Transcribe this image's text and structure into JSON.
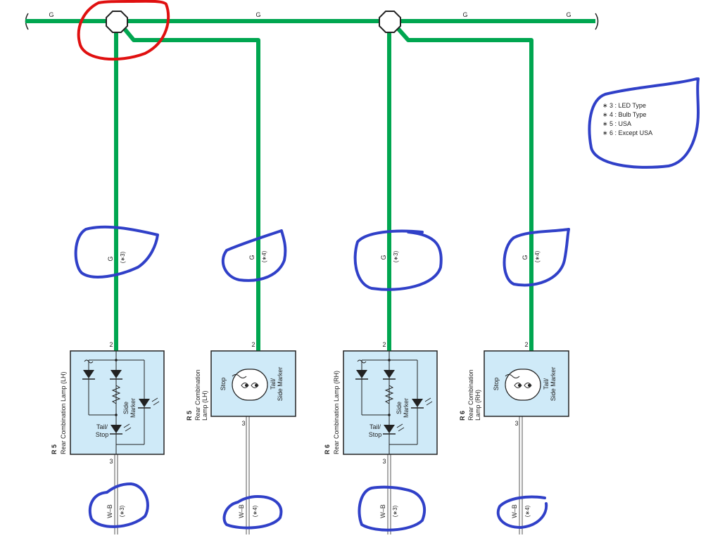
{
  "colors": {
    "wire_green": "#00a650",
    "box_fill": "#cfeaf8",
    "ink": "#222222",
    "annotation_blue": "#3040c8",
    "annotation_red": "#e01010"
  },
  "bus": {
    "wire_color_labels": [
      "G",
      "G",
      "G",
      "G"
    ]
  },
  "legend": {
    "items": [
      "∗ 3 : LED Type",
      "∗ 4 : Bulb Type",
      "∗ 5 : USA",
      "∗ 6 : Except USA"
    ]
  },
  "branches": [
    {
      "wire_upper": "G",
      "note_upper": "(∗3)",
      "pin_in": "2",
      "pin_out": "3",
      "wire_lower": "W–B",
      "note_lower": "(∗3)",
      "code": "R 5",
      "name": "Rear Combination Lamp (LH)",
      "type": "led",
      "labels": {
        "side1": "Side",
        "side2": "Marker",
        "tail1": "Tail/",
        "tail2": "Stop"
      }
    },
    {
      "wire_upper": "G",
      "note_upper": "(∗4)",
      "pin_in": "2",
      "pin_out": "3",
      "wire_lower": "W–B",
      "note_lower": "(∗4)",
      "code": "R 5",
      "name1": "Rear Combination",
      "name2": "Lamp (LH)",
      "type": "bulb",
      "labels": {
        "stop": "Stop",
        "tail1": "Tail/",
        "tail2": "Side Marker"
      }
    },
    {
      "wire_upper": "G",
      "note_upper": "(∗3)",
      "pin_in": "2",
      "pin_out": "3",
      "wire_lower": "W–B",
      "note_lower": "(∗3)",
      "code": "R 6",
      "name": "Rear Combination Lamp (RH)",
      "type": "led",
      "labels": {
        "side1": "Side",
        "side2": "Marker",
        "tail1": "Tail/",
        "tail2": "Stop"
      }
    },
    {
      "wire_upper": "G",
      "note_upper": "(∗4)",
      "pin_in": "2",
      "pin_out": "3",
      "wire_lower": "W–B",
      "note_lower": "(∗4)",
      "code": "R 6",
      "name1": "Rear Combination",
      "name2": "Lamp (RH)",
      "type": "bulb",
      "labels": {
        "stop": "Stop",
        "tail1": "Tail/",
        "tail2": "Side Marker"
      }
    }
  ]
}
